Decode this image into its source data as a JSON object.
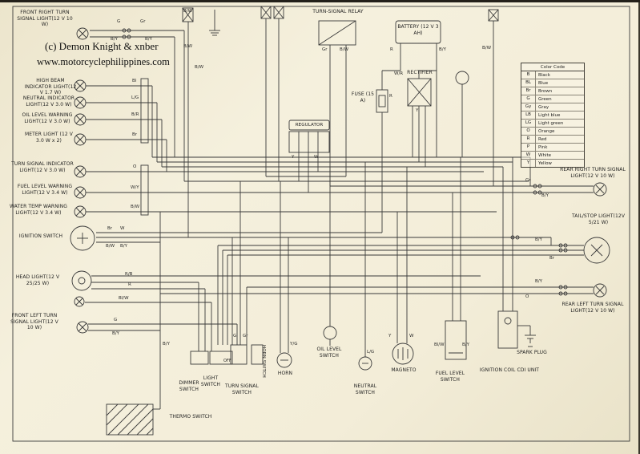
{
  "watermark": {
    "line1": "(c) Demon Knight & xnber",
    "line2": "www.motorcyclephilippines.com"
  },
  "labels": {
    "front_right_ts": "FRONT RIGHT TURN SIGNAL LIGHT(12 V 10 W)",
    "high_beam": "HIGH BEAM INDICATOR LIGHT(12 V 1.7 W)",
    "neutral_ind": "NEUTRAL INDICATOR LIGHT(12 V 3.0 W)",
    "oil_warn": "OIL LEVEL WARNING LIGHT(12 V 3.0 W)",
    "meter": "METER LIGHT (12 V 3.0 W x 2)",
    "ts_ind": "TURN SIGNAL INDICATOR LIGHT(12 V 3.0 W)",
    "fuel_warn": "FUEL LEVEL WARNING LIGHT(12 V 3.4 W)",
    "water_warn": "WATER TEMP WARNING LIGHT(12 V 3.4 W)",
    "ignition_switch": "IGNITION SWITCH",
    "head_light": "HEAD LIGHT(12 V 25/25 W)",
    "front_left_ts": "FRONT LEFT TURN SIGNAL LIGHT(12 V 10 W)",
    "ts_relay": "TURN-SIGNAL RELAY",
    "battery": "BATTERY (12 V 3 AH)",
    "rectifier": "RECTIFIER",
    "fuse": "FUSE (15 A)",
    "regulator": "REGULATOR",
    "rear_right_ts": "REAR RIGHT TURN SIGNAL LIGHT(12 V 10 W)",
    "tail_stop": "TAIL/STOP LIGHT(12V 5/21 W)",
    "rear_left_ts": "REAR LEFT TURN SIGNAL LIGHT(12 V 10 W)",
    "spark_plug": "SPARK PLUG",
    "cdi": "IGNITION COIL CDI UNIT",
    "dimmer_switch": "DIMMER SWITCH",
    "light_switch": "LIGHT SWITCH",
    "ts_switch": "TURN SIGNAL SWITCH",
    "horn_switch": "HORN SWITCH",
    "horn": "HORN",
    "oil_switch": "OIL LEVEL SWITCH",
    "neutral_switch": "NEUTRAL SWITCH",
    "magneto": "MAGNETO",
    "fuel_switch": "FUEL LEVEL SWITCH",
    "thermo_switch": "THERMO SWITCH",
    "off": "OFF"
  },
  "color_code": {
    "title": "Color Code",
    "rows": [
      {
        "code": "B",
        "name": "Black"
      },
      {
        "code": "BL",
        "name": "Blue"
      },
      {
        "code": "Br",
        "name": "Brown"
      },
      {
        "code": "G",
        "name": "Green"
      },
      {
        "code": "Gy",
        "name": "Gray"
      },
      {
        "code": "LB",
        "name": "Light blue"
      },
      {
        "code": "LG",
        "name": "Light green"
      },
      {
        "code": "O",
        "name": "Orange"
      },
      {
        "code": "R",
        "name": "Red"
      },
      {
        "code": "P",
        "name": "Pink"
      },
      {
        "code": "W",
        "name": "White"
      },
      {
        "code": "Y",
        "name": "Yellow"
      }
    ]
  },
  "wires": [
    "G",
    "Gr",
    "B/Y",
    "B/Y",
    "B/W",
    "B/W",
    "B/W",
    "Gr",
    "B/W",
    "R",
    "B/Y",
    "R",
    "W/R",
    "Y",
    "Y",
    "W",
    "Bl",
    "L/G",
    "B/R",
    "Br",
    "O",
    "W/Y",
    "B/W",
    "Br",
    "W",
    "B/W",
    "B/Y",
    "R/B",
    "R",
    "Bl/W",
    "G",
    "B/Y",
    "Gr",
    "B/Y",
    "B/Y",
    "Br",
    "B/Y",
    "O",
    "B/Y",
    "Y/G",
    "L/G",
    "Y",
    "W",
    "Bl/W",
    "B/Y",
    "B/W",
    "G",
    "Gr"
  ],
  "colors": {
    "ink": "#3a3a3a",
    "paper": "#f3edd8"
  }
}
